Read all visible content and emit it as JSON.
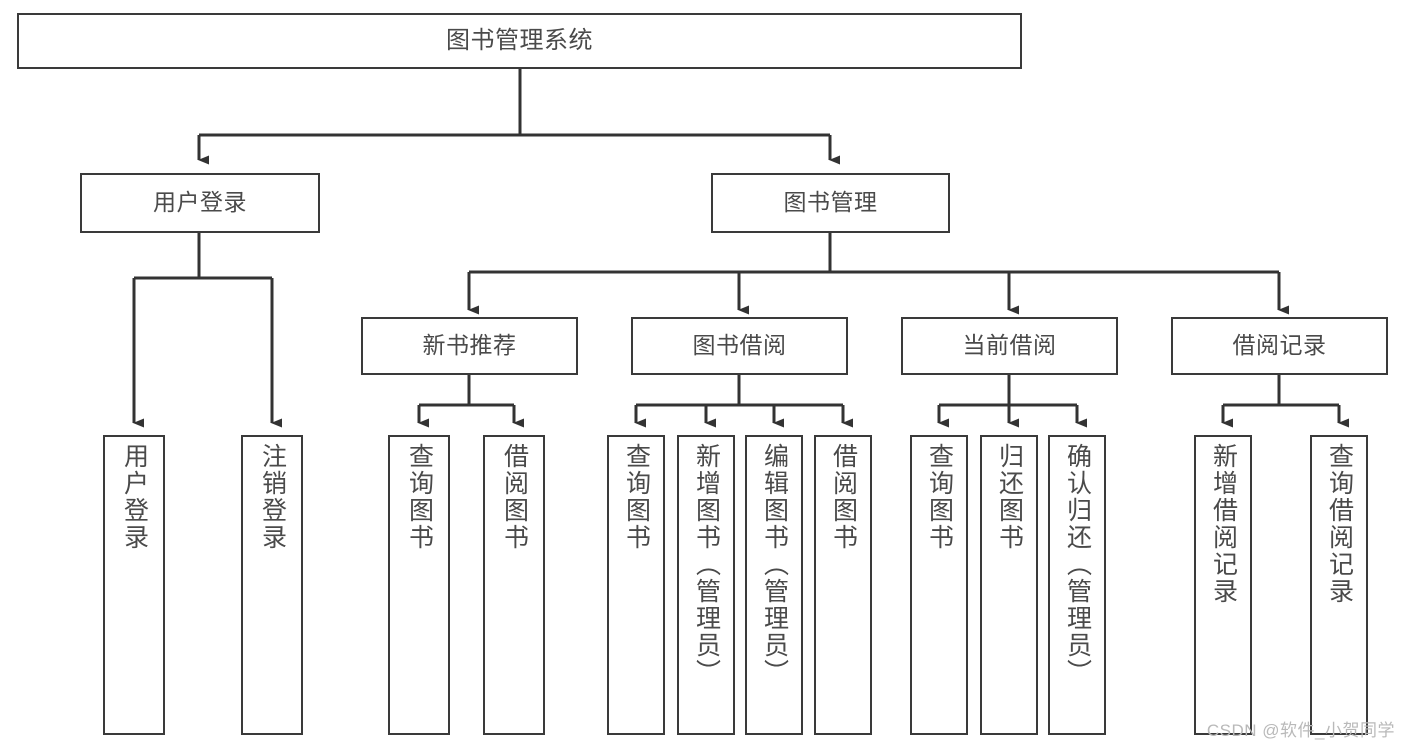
{
  "diagram": {
    "type": "tree",
    "title": "图书管理系统",
    "orientation": "top-down",
    "colors": {
      "box_border": "#3a3a3a",
      "box_fill": "#ffffff",
      "connector": "#333333",
      "text": "#4a4a4a",
      "background": "#ffffff",
      "watermark": "#b9b9b9"
    },
    "root": {
      "label": "图书管理系统"
    },
    "level2": [
      {
        "label": "用户登录"
      },
      {
        "label": "图书管理"
      }
    ],
    "level3": [
      {
        "label": "新书推荐"
      },
      {
        "label": "图书借阅"
      },
      {
        "label": "当前借阅"
      },
      {
        "label": "借阅记录"
      }
    ],
    "leaves": [
      {
        "label": "用户登录",
        "parent": "用户登录"
      },
      {
        "label": "注销登录",
        "parent": "用户登录"
      },
      {
        "label": "查询图书",
        "parent": "新书推荐"
      },
      {
        "label": "借阅图书",
        "parent": "新书推荐"
      },
      {
        "label": "查询图书",
        "parent": "图书借阅"
      },
      {
        "label": "新增图书（管理员）",
        "parent": "图书借阅"
      },
      {
        "label": "编辑图书（管理员）",
        "parent": "图书借阅"
      },
      {
        "label": "借阅图书",
        "parent": "图书借阅"
      },
      {
        "label": "查询图书",
        "parent": "当前借阅"
      },
      {
        "label": "归还图书",
        "parent": "当前借阅"
      },
      {
        "label": "确认归还（管理员）",
        "parent": "当前借阅"
      },
      {
        "label": "新增借阅记录",
        "parent": "借阅记录"
      },
      {
        "label": "查询借阅记录",
        "parent": "借阅记录"
      }
    ]
  },
  "watermark": {
    "text": "CSDN @软件_小贺同学"
  }
}
